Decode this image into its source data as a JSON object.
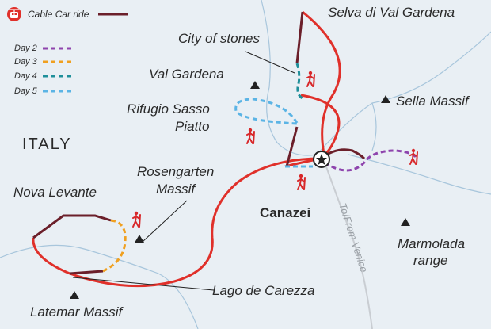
{
  "legend": {
    "cable_car_label": "Cable Car ride",
    "days": [
      {
        "label": "Day 2",
        "color": "#8e44ad"
      },
      {
        "label": "Day 3",
        "color": "#f0a020"
      },
      {
        "label": "Day 4",
        "color": "#1f8f9a"
      },
      {
        "label": "Day 5",
        "color": "#5bb4e5"
      }
    ]
  },
  "colors": {
    "route": "#e0302a",
    "cable_car": "#6b1f2a",
    "background": "#e9eff4",
    "border": "#a8c6dc",
    "road": "#c9cdd2",
    "marker": "#222222"
  },
  "labels": {
    "country": "ITALY",
    "selva": "Selva di Val Gardena",
    "city_of_stones": "City of stones",
    "val_gardena": "Val Gardena",
    "rifugio_line1": "Rifugio Sasso",
    "rifugio_line2": "Piatto",
    "sella": "Sella Massif",
    "rosengarten_line1": "Rosengarten",
    "rosengarten_line2": "Massif",
    "nova_levante": "Nova Levante",
    "canazei": "Canazei",
    "road": "To/From Venice",
    "marmolada_line1": "Marmolada",
    "marmolada_line2": "range",
    "lago": "Lago de Carezza",
    "latemar": "Latemar Massif"
  },
  "icons": {
    "cable_car": "cable-car-icon",
    "hiker": "hiker-icon",
    "peak": "mountain-peak-icon",
    "star": "star-marker-icon"
  }
}
